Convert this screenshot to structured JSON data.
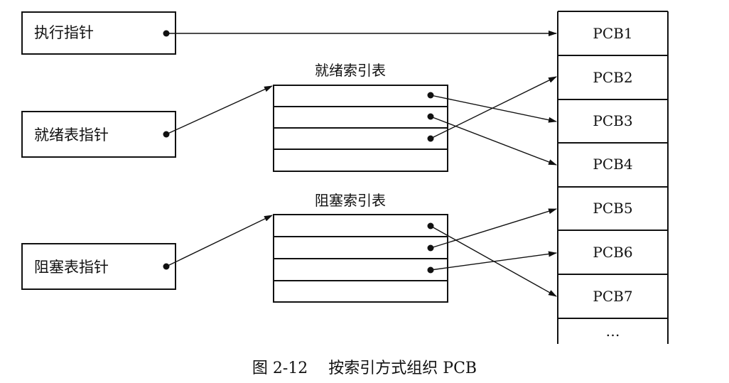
{
  "pointers": {
    "running": "执行指针",
    "ready": "就绪表指针",
    "blocked": "阻塞表指针"
  },
  "tables": {
    "ready_title": "就绪索引表",
    "blocked_title": "阻塞索引表"
  },
  "pcbs": [
    "PCB1",
    "PCB2",
    "PCB3",
    "PCB4",
    "PCB5",
    "PCB6",
    "PCB7",
    "…"
  ],
  "caption": "图 2-12　 按索引方式组织 PCB"
}
